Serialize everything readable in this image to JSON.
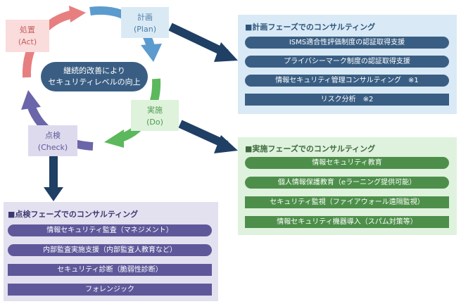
{
  "colors": {
    "plan": "#3a5e83",
    "do": "#4d8f4a",
    "check": "#5e589a",
    "act": "#e77f80",
    "arrow": "#1f3f64"
  },
  "cycle": {
    "center_text_line1": "継続的改善により",
    "center_text_line2": "セキュリティレベルの向上",
    "plan": {
      "jp": "計画",
      "en": "(Plan)"
    },
    "do": {
      "jp": "実施",
      "en": "(Do)"
    },
    "check": {
      "jp": "点検",
      "en": "(Check)"
    },
    "act": {
      "jp": "処置",
      "en": "(Act)"
    }
  },
  "panels": {
    "plan": {
      "title": "■計画フェーズでのコンサルティング",
      "items": [
        "ISMS適合性評価制度の認証取得支援",
        "プライバシーマーク制度の認証取得支援",
        "情報セキュリティ管理コンサルティング　※1",
        "リスク分析　※2"
      ]
    },
    "do": {
      "title": "■実施フェーズでのコンサルティング",
      "items": [
        "情報セキュリティ教育",
        "個人情報保護教育（eラーニング提供可能）",
        "セキュリティ監視（ファイアウォール遠隔監視）",
        "情報セキュリティ機器導入（スパム対策等）"
      ]
    },
    "check": {
      "title": "■点検フェーズでのコンサルティング",
      "items": [
        "情報セキュリティ監査（マネジメント）",
        "内部監査実施支援（内部監査人教育など）",
        "セキュリティ診断（脆弱性診断）",
        "フォレンジック"
      ]
    }
  }
}
